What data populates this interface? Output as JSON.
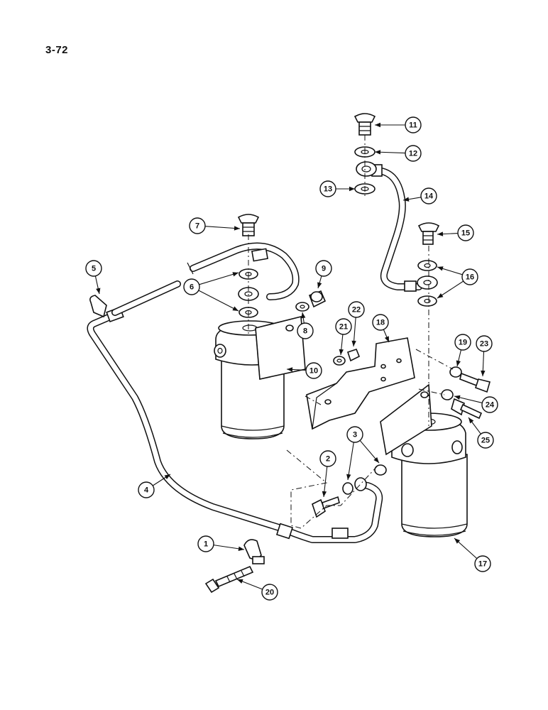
{
  "page": {
    "number": "3-72"
  },
  "callouts": [
    {
      "id": "1",
      "label": "1"
    },
    {
      "id": "2",
      "label": "2"
    },
    {
      "id": "3",
      "label": "3"
    },
    {
      "id": "4",
      "label": "4"
    },
    {
      "id": "5",
      "label": "5"
    },
    {
      "id": "6",
      "label": "6"
    },
    {
      "id": "7",
      "label": "7"
    },
    {
      "id": "8",
      "label": "8"
    },
    {
      "id": "9",
      "label": "9"
    },
    {
      "id": "10",
      "label": "10"
    },
    {
      "id": "11",
      "label": "11"
    },
    {
      "id": "12",
      "label": "12"
    },
    {
      "id": "13",
      "label": "13"
    },
    {
      "id": "14",
      "label": "14"
    },
    {
      "id": "15",
      "label": "15"
    },
    {
      "id": "16",
      "label": "16"
    },
    {
      "id": "17",
      "label": "17"
    },
    {
      "id": "18",
      "label": "18"
    },
    {
      "id": "19",
      "label": "19"
    },
    {
      "id": "20",
      "label": "20"
    },
    {
      "id": "21",
      "label": "21"
    },
    {
      "id": "22",
      "label": "22"
    },
    {
      "id": "23",
      "label": "23"
    },
    {
      "id": "24",
      "label": "24"
    },
    {
      "id": "25",
      "label": "25"
    }
  ]
}
